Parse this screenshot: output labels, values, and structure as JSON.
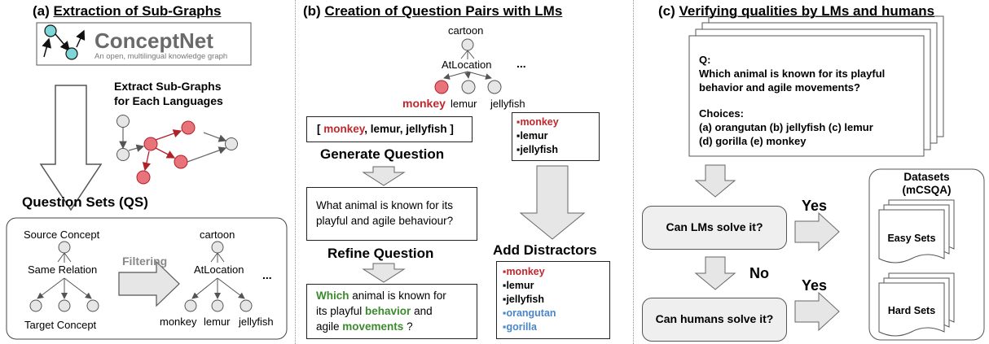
{
  "panel_a": {
    "title_prefix": "(a) ",
    "title_link": "Extraction of Sub-Graphs",
    "conceptnet": {
      "name": "ConceptNet",
      "tagline": "An open, multilingual knowledge graph"
    },
    "extract_line1": "Extract Sub-Graphs",
    "extract_line2": "for Each Languages",
    "qs_label": "Question Sets (QS)",
    "source_concept": "Source Concept",
    "same_relation": "Same Relation",
    "target_concept": "Target Concept",
    "filtering": "Filtering",
    "cartoon": "cartoon",
    "atlocation": "AtLocation",
    "ellipsis": "...",
    "targets": [
      "monkey",
      "lemur",
      "jellyfish"
    ]
  },
  "panel_b": {
    "title_prefix": "(b) ",
    "title_link": "Creation of Question Pairs with LMs",
    "cartoon": "cartoon",
    "atlocation": "AtLocation",
    "ellipsis": "...",
    "targets": [
      "monkey",
      "lemur",
      "jellyfish"
    ],
    "bracket_open": "[ ",
    "bracket_rest": ", lemur, jellyfish ]",
    "bracket_first": "monkey",
    "list_small": [
      "monkey",
      "lemur",
      "jellyfish"
    ],
    "generate_question": "Generate Question",
    "generated_text_1": "What animal is known for its",
    "generated_text_2": "playful and agile behaviour?",
    "refine_question": "Refine Question",
    "refined": {
      "w1": "Which",
      "t1": " animal is known for",
      "t2": "its playful ",
      "w2": "behavior",
      "t3": " and",
      "t4": "agile ",
      "w3": "movements",
      "t5": " ?"
    },
    "add_distractors": "Add Distractors",
    "distractors": [
      "monkey",
      "lemur",
      "jellyfish",
      "orangutan",
      "gorilla"
    ]
  },
  "panel_c": {
    "title_prefix": "(c) ",
    "title_link": "Verifying qualities by LMs and humans",
    "q_label": "Q:",
    "q_text_1": "Which animal is known for its playful",
    "q_text_2": "behavior and agile movements?",
    "choices_label": "Choices:",
    "choices_1": "(a) orangutan (b) jellyfish (c) lemur",
    "choices_2": "(d) gorilla (e) monkey",
    "can_lms": "Can LMs solve it?",
    "can_humans": "Can humans solve it?",
    "yes1": "Yes",
    "no": "No",
    "yes2": "Yes",
    "datasets_1": "Datasets",
    "datasets_2": "(mCSQA)",
    "easy_sets": "Easy Sets",
    "hard_sets": "Hard Sets"
  },
  "colors": {
    "red_node": "#e8737a",
    "gray_node": "#e6e6e6",
    "teal_node": "#7fd6d8",
    "highlight_red": "#c0272d",
    "highlight_green": "#3c8a2e",
    "highlight_blue": "#4a86c8"
  }
}
